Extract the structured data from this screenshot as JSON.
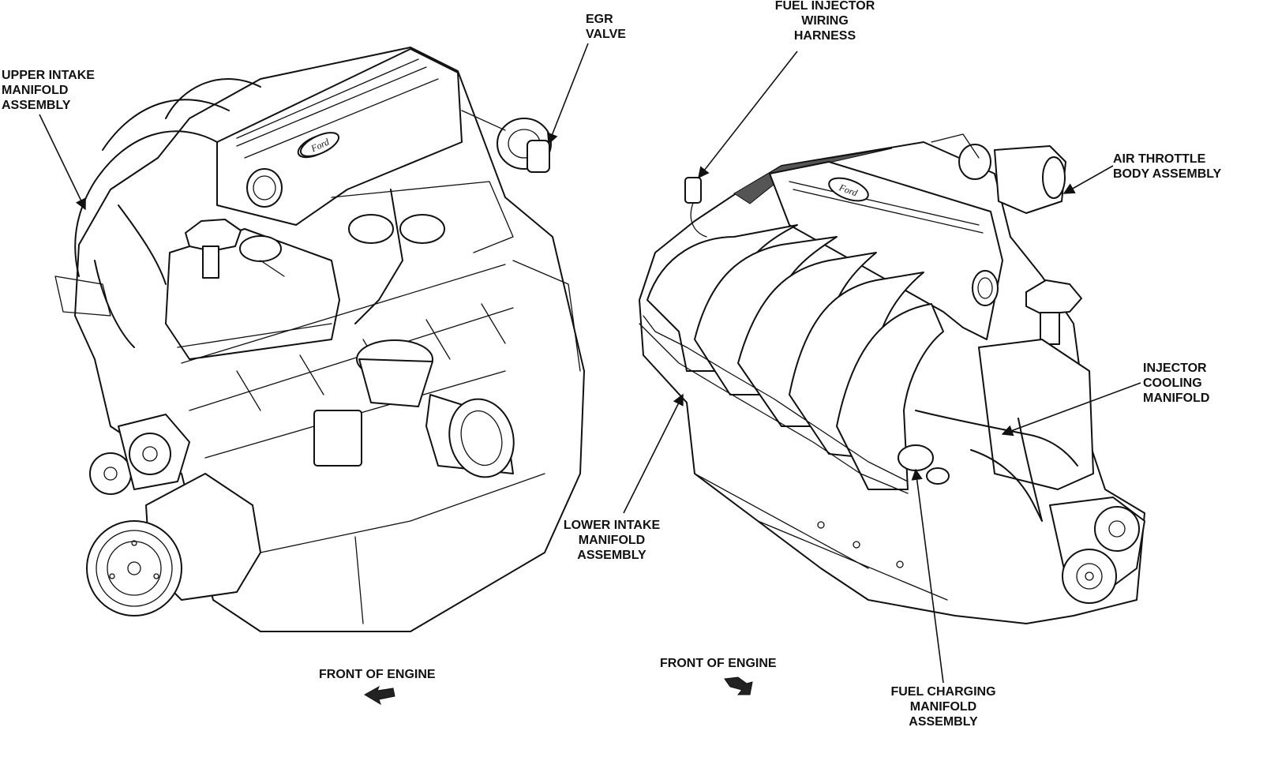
{
  "labels": {
    "upper_intake": [
      "UPPER INTAKE",
      "MANIFOLD",
      "ASSEMBLY"
    ],
    "egr_valve": [
      "EGR",
      "VALVE"
    ],
    "fuel_injector_harness": [
      "FUEL INJECTOR",
      "WIRING",
      "HARNESS"
    ],
    "air_throttle": [
      "AIR THROTTLE",
      "BODY ASSEMBLY"
    ],
    "injector_cooling": [
      "INJECTOR",
      "COOLING",
      "MANIFOLD"
    ],
    "lower_intake": [
      "LOWER INTAKE",
      "MANIFOLD",
      "ASSEMBLY"
    ],
    "fuel_charging": [
      "FUEL CHARGING",
      "MANIFOLD",
      "ASSEMBLY"
    ],
    "front_left": "FRONT OF ENGINE",
    "front_right": "FRONT OF ENGINE",
    "emblem_left": "Ford",
    "emblem_right": "Ford"
  },
  "colors": {
    "ink": "#111111",
    "paper": "#ffffff"
  }
}
